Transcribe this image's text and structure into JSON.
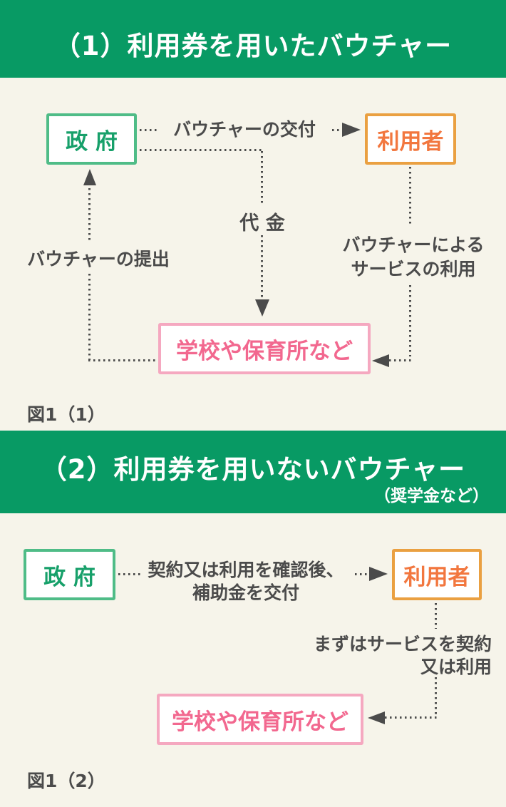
{
  "colors": {
    "background": "#f6f4ea",
    "banner_green": "#089a64",
    "banner_text": "#ffffff",
    "box_green_border": "#4fbc87",
    "box_green_text": "#17a06a",
    "box_orange_border": "#eaa041",
    "box_orange_text": "#f2773f",
    "box_pink_border": "#f5a8c0",
    "box_pink_text": "#f2688f",
    "label_gray": "#4b4b4b"
  },
  "section1": {
    "title": "（1）利用券を用いたバウチャー",
    "nodes": {
      "government": "政 府",
      "user": "利用者",
      "provider": "学校や保育所など"
    },
    "labels": {
      "voucher_issue": "バウチャーの交付",
      "payment": "代 金",
      "voucher_submit": "バウチャーの提出",
      "service_use_line1": "バウチャーによる",
      "service_use_line2": "サービスの利用"
    },
    "caption": "図1（1）"
  },
  "section2": {
    "title": "（2）利用券を用いないバウチャー",
    "subtitle": "（奨学金など）",
    "nodes": {
      "government": "政 府",
      "user": "利用者",
      "provider": "学校や保育所など"
    },
    "labels": {
      "subsidy_line1": "契約又は利用を確認後、",
      "subsidy_line2": "補助金を交付",
      "contract_line1": "まずはサービスを契約",
      "contract_line2": "又は利用"
    },
    "caption": "図1（2）"
  }
}
